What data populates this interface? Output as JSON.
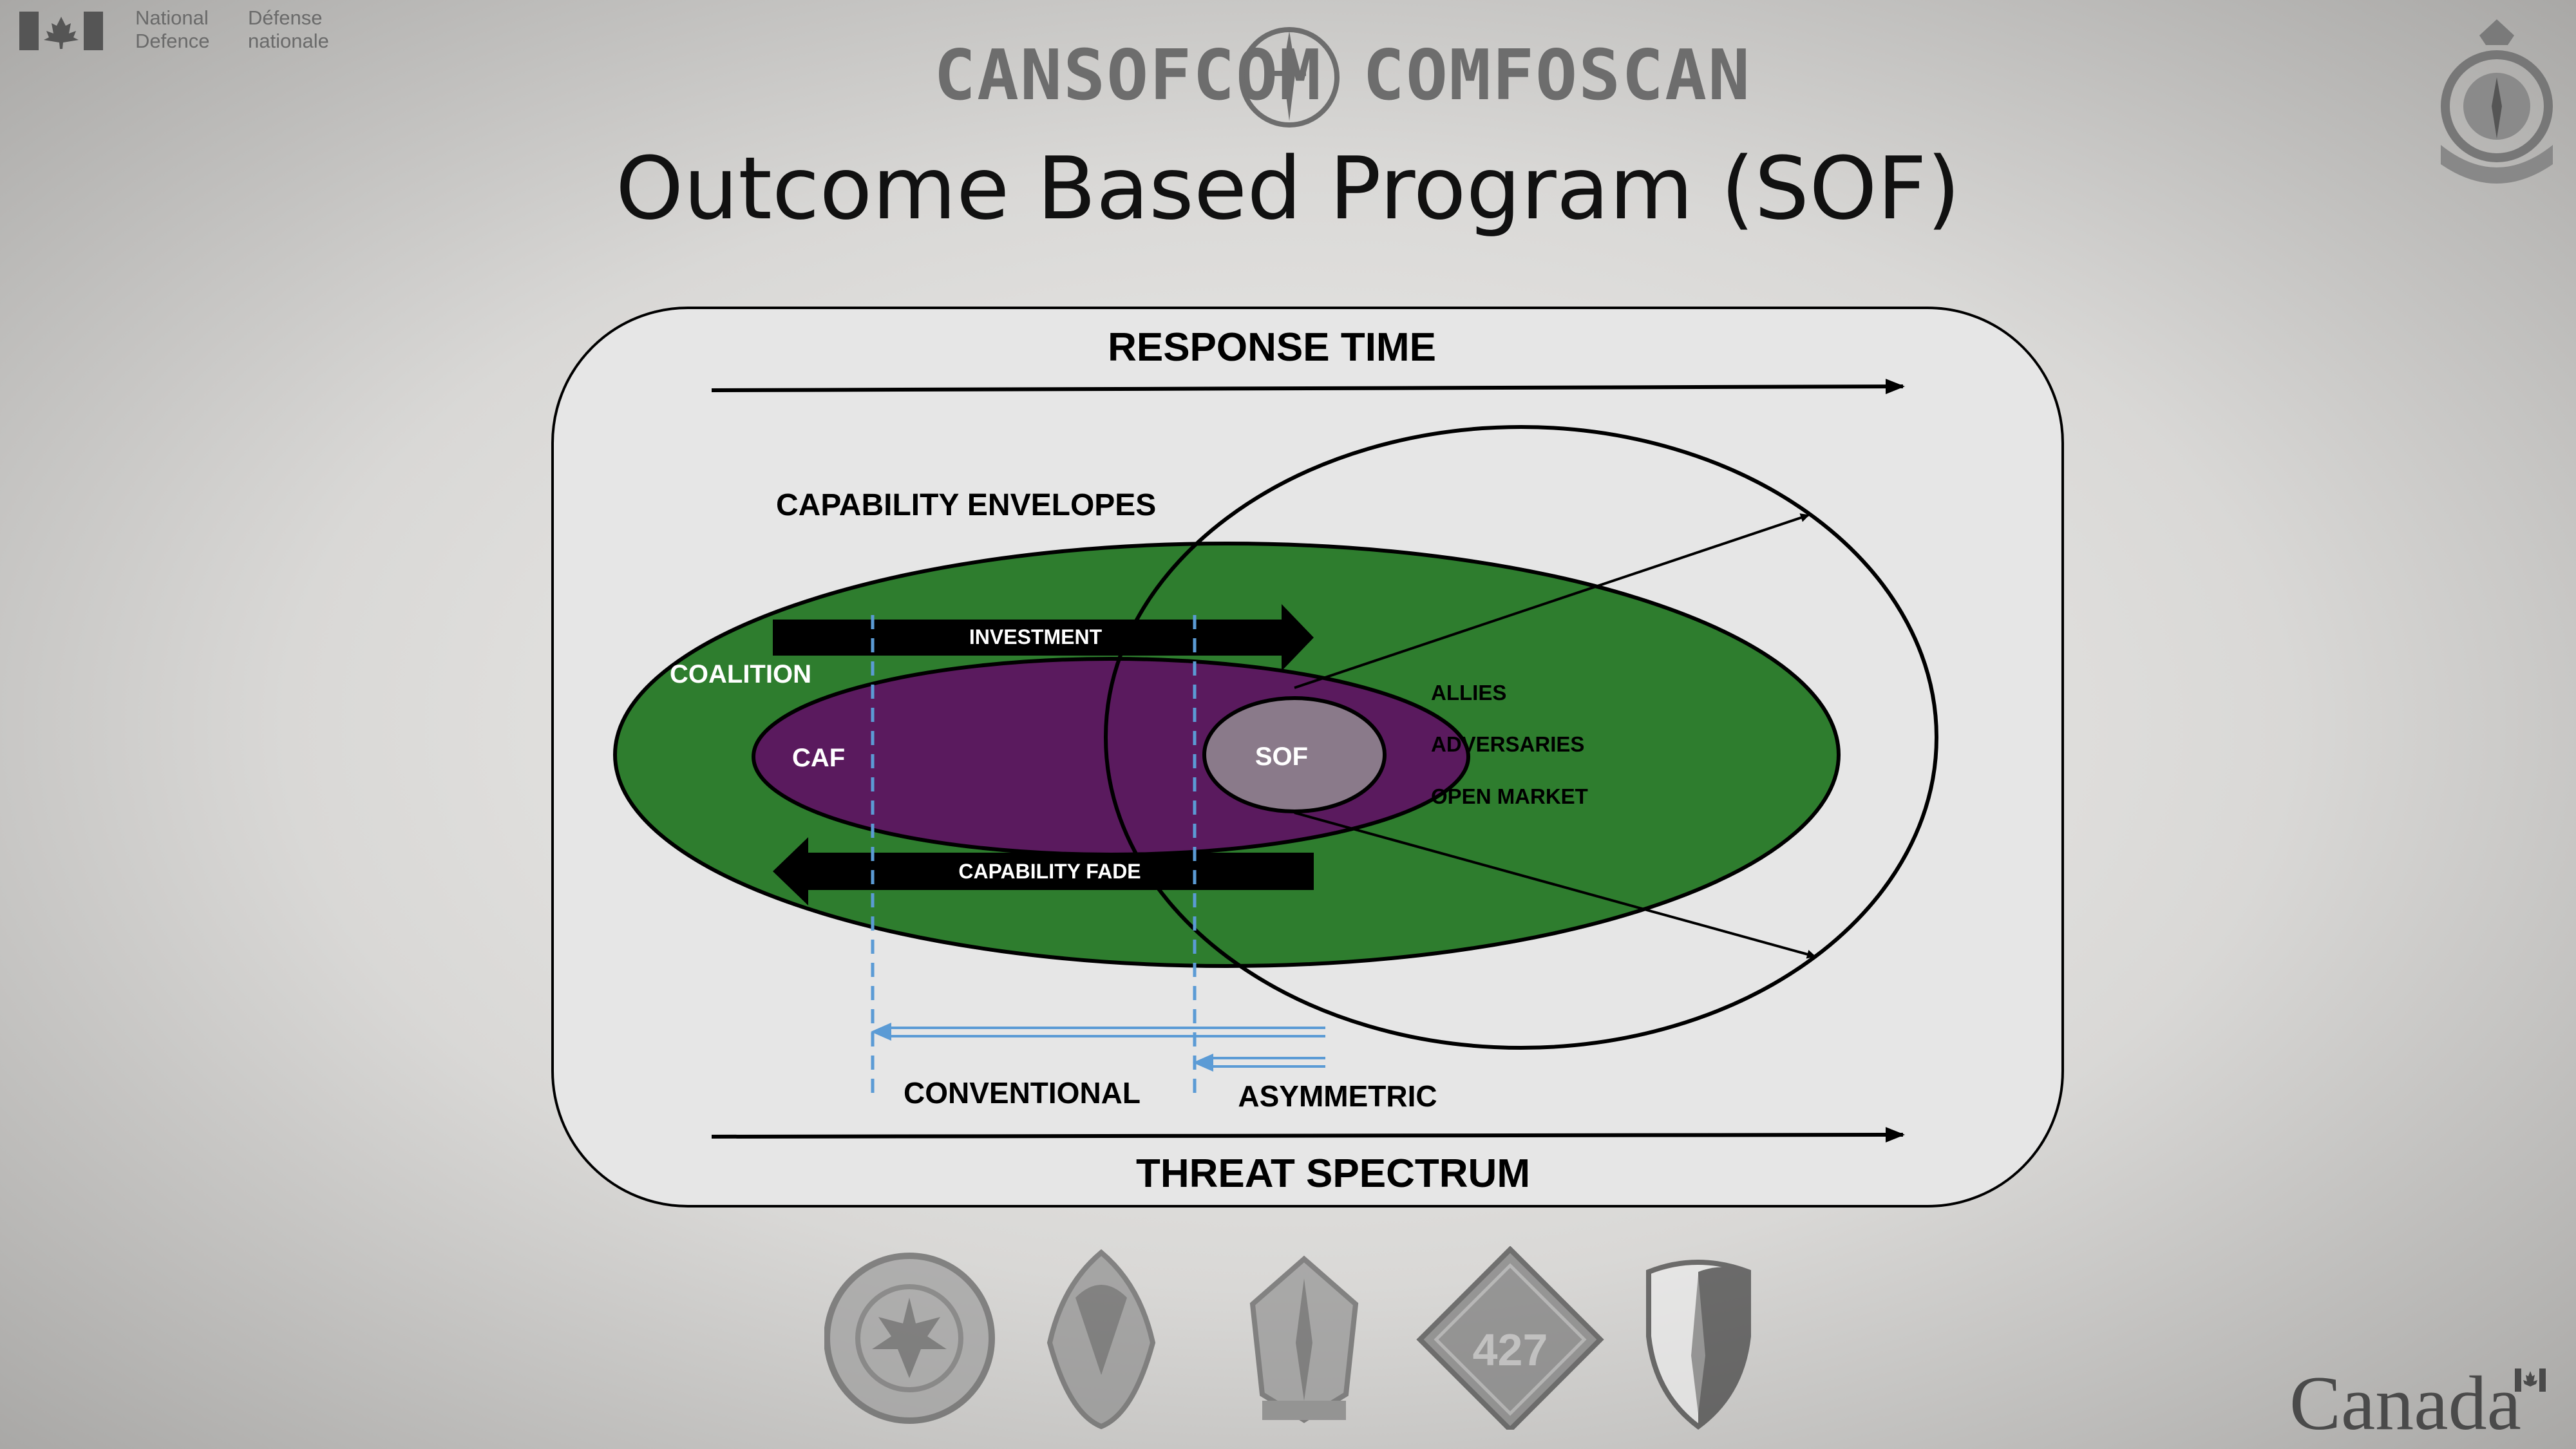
{
  "header": {
    "gov_english": [
      "National",
      "Defence"
    ],
    "gov_french": [
      "Défense",
      "nationale"
    ],
    "brand_left": "CANSOFCOM",
    "brand_right": "COMFOSCAN"
  },
  "slide_title": "Outcome Based Program (SOF)",
  "diagram": {
    "response_time": "RESPONSE TIME",
    "threat_spectrum": "THREAT SPECTRUM",
    "capability_envelopes": "CAPABILITY ENVELOPES",
    "investment": "INVESTMENT",
    "capability_fade": "CAPABILITY FADE",
    "coalition": "COALITION",
    "caf": "CAF",
    "sof": "SOF",
    "allies": "ALLIES",
    "adversaries": "ADVERSARIES",
    "open_market": "OPEN MARKET",
    "conventional": "CONVENTIONAL",
    "asymmetric": "ASYMMETRIC",
    "colors": {
      "coalition_green": "#2e7d2e",
      "caf_purple": "#5a1a5e",
      "sof_gray": "#8a7a8a",
      "guide_blue": "#5b9bd5",
      "panel_bg": "#e6e6e6"
    }
  },
  "footer": {
    "canada_wordmark": "Canada",
    "badge_427": "427"
  }
}
